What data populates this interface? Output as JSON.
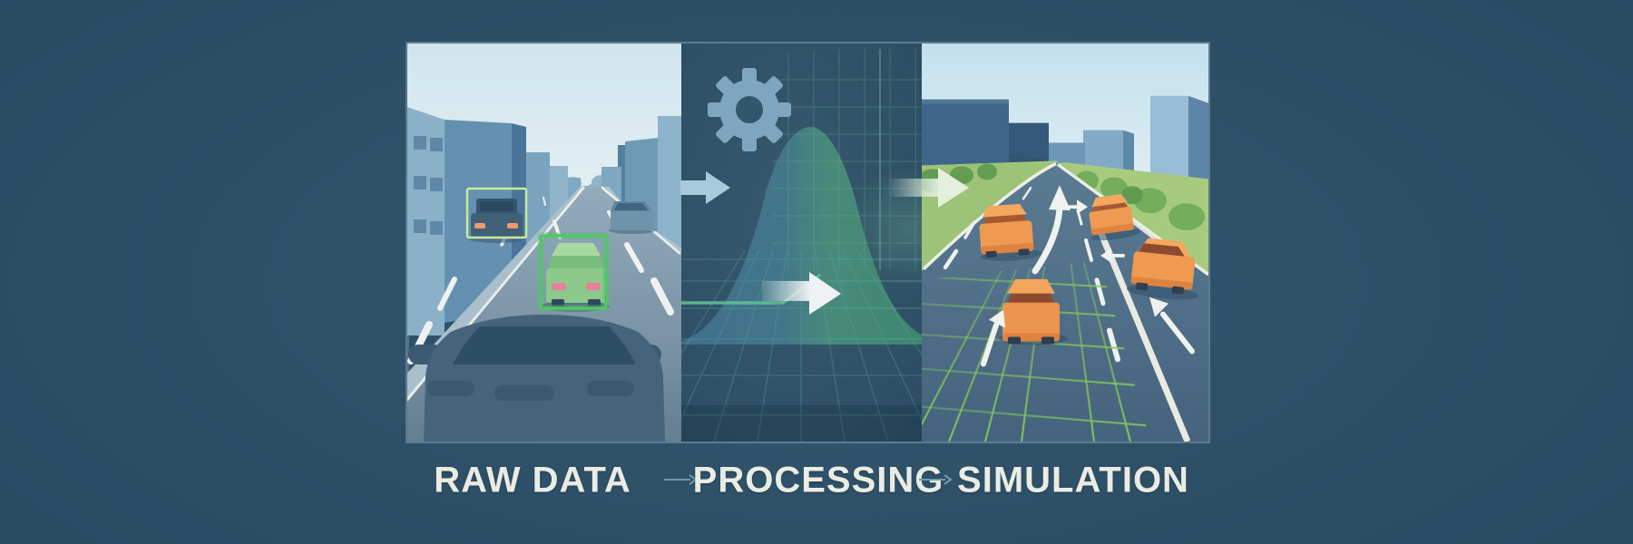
{
  "pipeline": {
    "stages": [
      {
        "id": "raw-data",
        "label": "RAW DATA"
      },
      {
        "id": "processing",
        "label": "PROCESSING"
      },
      {
        "id": "simulation",
        "label": "SIMULATION"
      }
    ],
    "connector_arrow": "→"
  },
  "panels": [
    {
      "name": "raw-data-scene",
      "icons": [
        "detection-bounding-box",
        "car",
        "road",
        "buildings"
      ]
    },
    {
      "name": "processing-scene",
      "icons": [
        "gear-icon",
        "bell-curve",
        "grid",
        "flow-arrow"
      ]
    },
    {
      "name": "simulation-scene",
      "icons": [
        "simulated-car",
        "trajectory-arrow",
        "ground-grid",
        "road"
      ]
    }
  ],
  "palette": {
    "background": "#2d4f66",
    "label_text": "#eaece4",
    "label_arrow": "#7298ad",
    "bbox_green": "#55c36a",
    "bbox_light_green": "#c8ea9e",
    "sim_car_orange": "#ee9a52",
    "grid_green": "#82c55e",
    "gear_blue": "#7ea6bf",
    "curve_blue": "#41708f",
    "curve_green": "#3f8a6d",
    "sky_blue": "#d0e5ee",
    "road_blue": "#4a6885"
  }
}
